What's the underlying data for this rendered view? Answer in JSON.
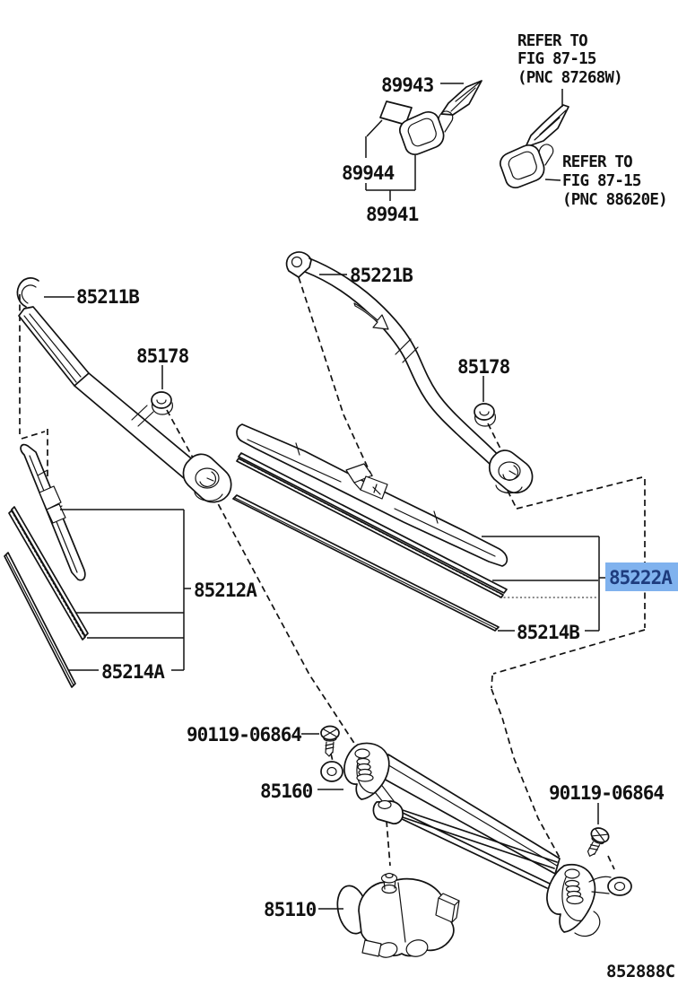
{
  "diagram": {
    "code": "852888C",
    "highlight_bg": "#80B2EE",
    "highlight_text": "#1E3C7E",
    "line_color": "#121212",
    "background": "#ffffff"
  },
  "notes": {
    "top": {
      "line1": "REFER TO",
      "line2": "FIG 87-15",
      "line3": "(PNC 87268W)"
    },
    "right": {
      "line1": "REFER TO",
      "line2": "FIG 87-15",
      "line3": "(PNC 88620E)"
    }
  },
  "labels": {
    "p89943": "89943",
    "p89944": "89944",
    "p89941": "89941",
    "p85211B": "85211B",
    "p85221B": "85221B",
    "p85178": "85178",
    "p85212A": "85212A",
    "p85214A": "85214A",
    "p85222A": "85222A",
    "p85214B": "85214B",
    "p90119": "90119-06864",
    "p85160": "85160",
    "p85110": "85110"
  }
}
